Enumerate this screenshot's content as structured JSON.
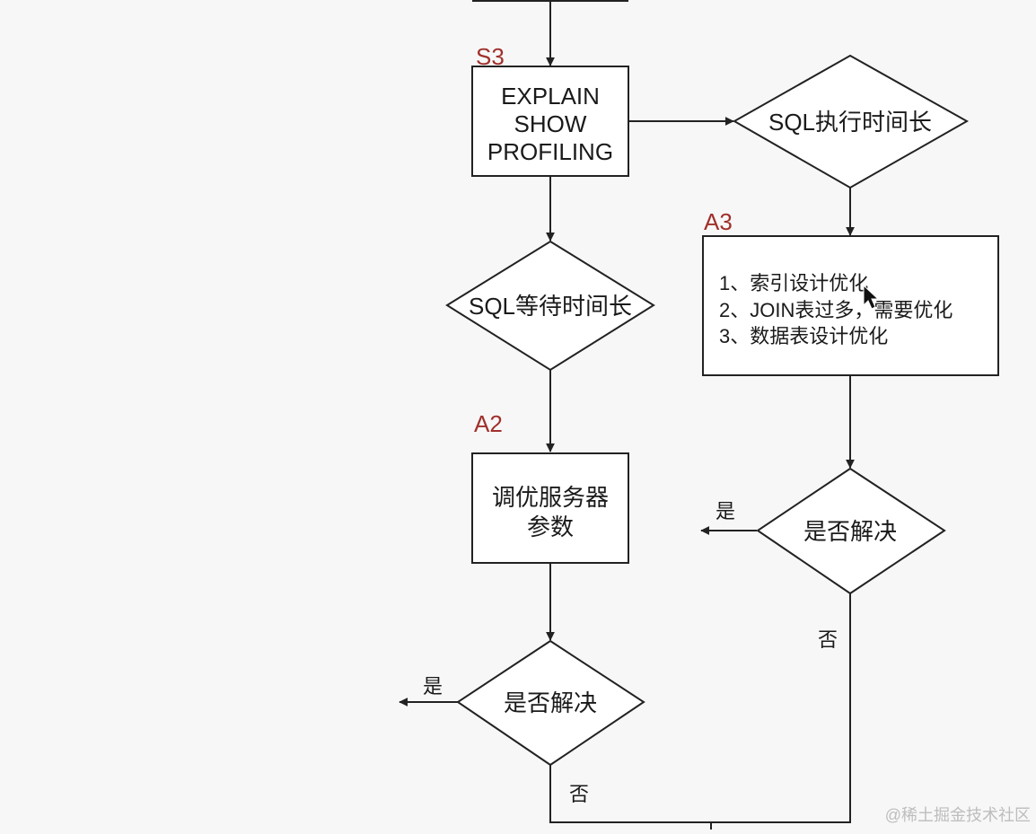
{
  "diagram": {
    "labels": {
      "s3": "S3",
      "a3": "A3",
      "a2": "A2"
    },
    "nodes": {
      "explain_box": [
        "EXPLAIN",
        "SHOW",
        "PROFILING"
      ],
      "sql_exec_long": "SQL执行时间长",
      "sql_wait_long": "SQL等待时间长",
      "a3_box": [
        "1、索引设计优化",
        "2、JOIN表过多，需要优化",
        "3、数据表设计优化"
      ],
      "tune_server": [
        "调优服务器",
        "参数"
      ],
      "resolved_right": "是否解决",
      "resolved_left": "是否解决"
    },
    "edge_labels": {
      "yes_right": "是",
      "no_right": "否",
      "yes_left": "是",
      "no_left": "否"
    },
    "watermark": "@稀土掘金技术社区"
  }
}
